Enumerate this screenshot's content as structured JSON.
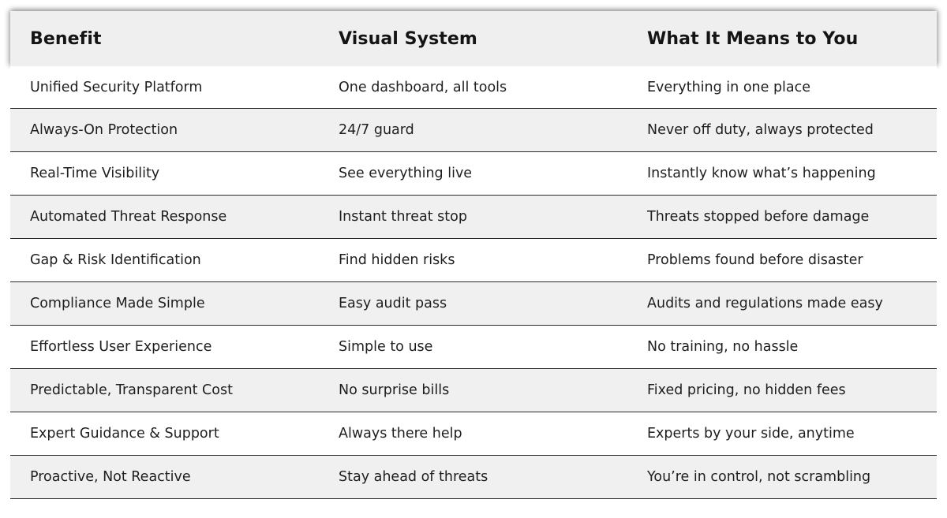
{
  "table": {
    "headers": [
      "Benefit",
      "Visual System",
      "What It Means to You"
    ],
    "rows": [
      [
        "Unified Security Platform",
        "One dashboard, all tools",
        "Everything in one place"
      ],
      [
        "Always-On Protection",
        "24/7 guard",
        "Never off duty, always protected"
      ],
      [
        "Real-Time Visibility",
        "See everything live",
        "Instantly know what’s happening"
      ],
      [
        "Automated Threat Response",
        "Instant threat stop",
        "Threats stopped before damage"
      ],
      [
        "Gap & Risk Identification",
        "Find hidden risks",
        "Problems found before disaster"
      ],
      [
        "Compliance Made Simple",
        "Easy audit pass",
        "Audits and regulations made easy"
      ],
      [
        "Effortless User Experience",
        "Simple to use",
        "No training, no hassle"
      ],
      [
        "Predictable, Transparent Cost",
        "No surprise bills",
        "Fixed pricing, no hidden fees"
      ],
      [
        "Expert Guidance & Support",
        "Always there help",
        "Experts by your side, anytime"
      ],
      [
        "Proactive, Not Reactive",
        "Stay ahead of threats",
        "You’re in control, not scrambling"
      ]
    ]
  },
  "colors": {
    "header_bg": "#efefef",
    "stripe_bg": "#f0f0f0",
    "row_border": "#2a2a2a"
  }
}
